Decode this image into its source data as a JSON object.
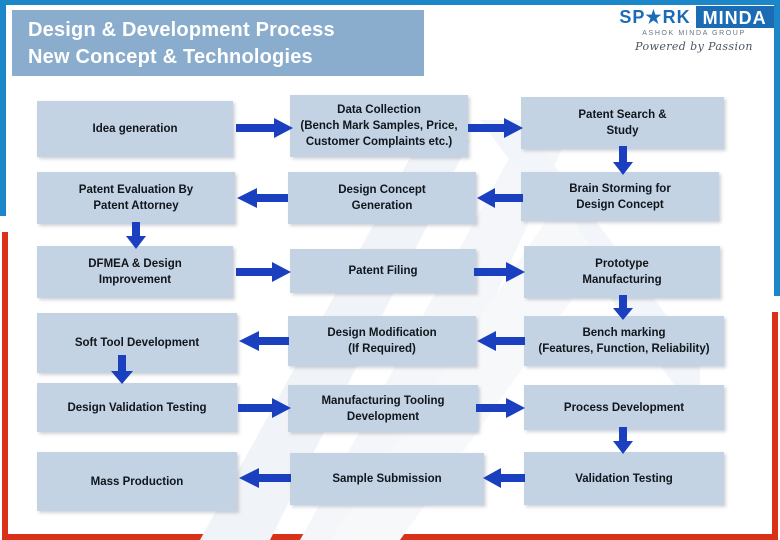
{
  "title": {
    "line1": "Design & Development Process",
    "line2": "New Concept & Technologies"
  },
  "logo": {
    "brand_primary": "SP★RK",
    "brand_secondary": "MINDA",
    "group_line": "ASHOK MINDA GROUP",
    "tagline": "Powered by Passion",
    "color_blue": "#1b6cb5"
  },
  "colors": {
    "banner": "#8aadcd",
    "box_fill": "#c3d3e3",
    "arrow": "#1a3fbf",
    "border_blue": "#1b87c9",
    "border_red": "#d93218",
    "text": "#11151c"
  },
  "flow": {
    "boxes": [
      {
        "id": "idea-generation",
        "label": "Idea generation"
      },
      {
        "id": "data-collection",
        "label": "Data Collection\n(Bench Mark Samples, Price,\nCustomer Complaints etc.)"
      },
      {
        "id": "patent-search-study",
        "label": "Patent Search &\nStudy"
      },
      {
        "id": "patent-evaluation",
        "label": "Patent Evaluation By\nPatent Attorney"
      },
      {
        "id": "design-concept-generation",
        "label": "Design Concept\nGeneration"
      },
      {
        "id": "brain-storming",
        "label": "Brain Storming for\nDesign Concept"
      },
      {
        "id": "dfmea-design-improvement",
        "label": "DFMEA & Design\nImprovement"
      },
      {
        "id": "patent-filing",
        "label": "Patent Filing"
      },
      {
        "id": "prototype-manufacturing",
        "label": "Prototype\nManufacturing"
      },
      {
        "id": "soft-tool-development",
        "label": "Soft Tool Development"
      },
      {
        "id": "design-modification",
        "label": "Design Modification\n(If Required)"
      },
      {
        "id": "bench-marking",
        "label": "Bench marking\n(Features, Function, Reliability)"
      },
      {
        "id": "design-validation-testing",
        "label": "Design Validation Testing"
      },
      {
        "id": "manufacturing-tooling",
        "label": "Manufacturing Tooling\nDevelopment"
      },
      {
        "id": "process-development",
        "label": "Process Development"
      },
      {
        "id": "mass-production",
        "label": "Mass Production"
      },
      {
        "id": "sample-submission",
        "label": "Sample Submission"
      },
      {
        "id": "validation-testing",
        "label": "Validation Testing"
      }
    ],
    "arrows": [
      {
        "id": "idea-to-data",
        "direction": "right"
      },
      {
        "id": "data-to-patent-search",
        "direction": "right"
      },
      {
        "id": "patent-search-down",
        "direction": "down"
      },
      {
        "id": "brainstorm-to-concept",
        "direction": "left"
      },
      {
        "id": "concept-to-evaluation",
        "direction": "left"
      },
      {
        "id": "evaluation-down",
        "direction": "down"
      },
      {
        "id": "dfmea-to-filing",
        "direction": "right"
      },
      {
        "id": "filing-to-prototype",
        "direction": "right"
      },
      {
        "id": "prototype-down",
        "direction": "down"
      },
      {
        "id": "benchmark-to-modify",
        "direction": "left"
      },
      {
        "id": "modify-to-soft-tool",
        "direction": "left"
      },
      {
        "id": "soft-tool-down",
        "direction": "down"
      },
      {
        "id": "dvt-to-tooling",
        "direction": "right"
      },
      {
        "id": "tooling-to-process",
        "direction": "right"
      },
      {
        "id": "process-down",
        "direction": "down"
      },
      {
        "id": "validation-to-sample",
        "direction": "left"
      },
      {
        "id": "sample-to-mass",
        "direction": "left"
      }
    ]
  }
}
